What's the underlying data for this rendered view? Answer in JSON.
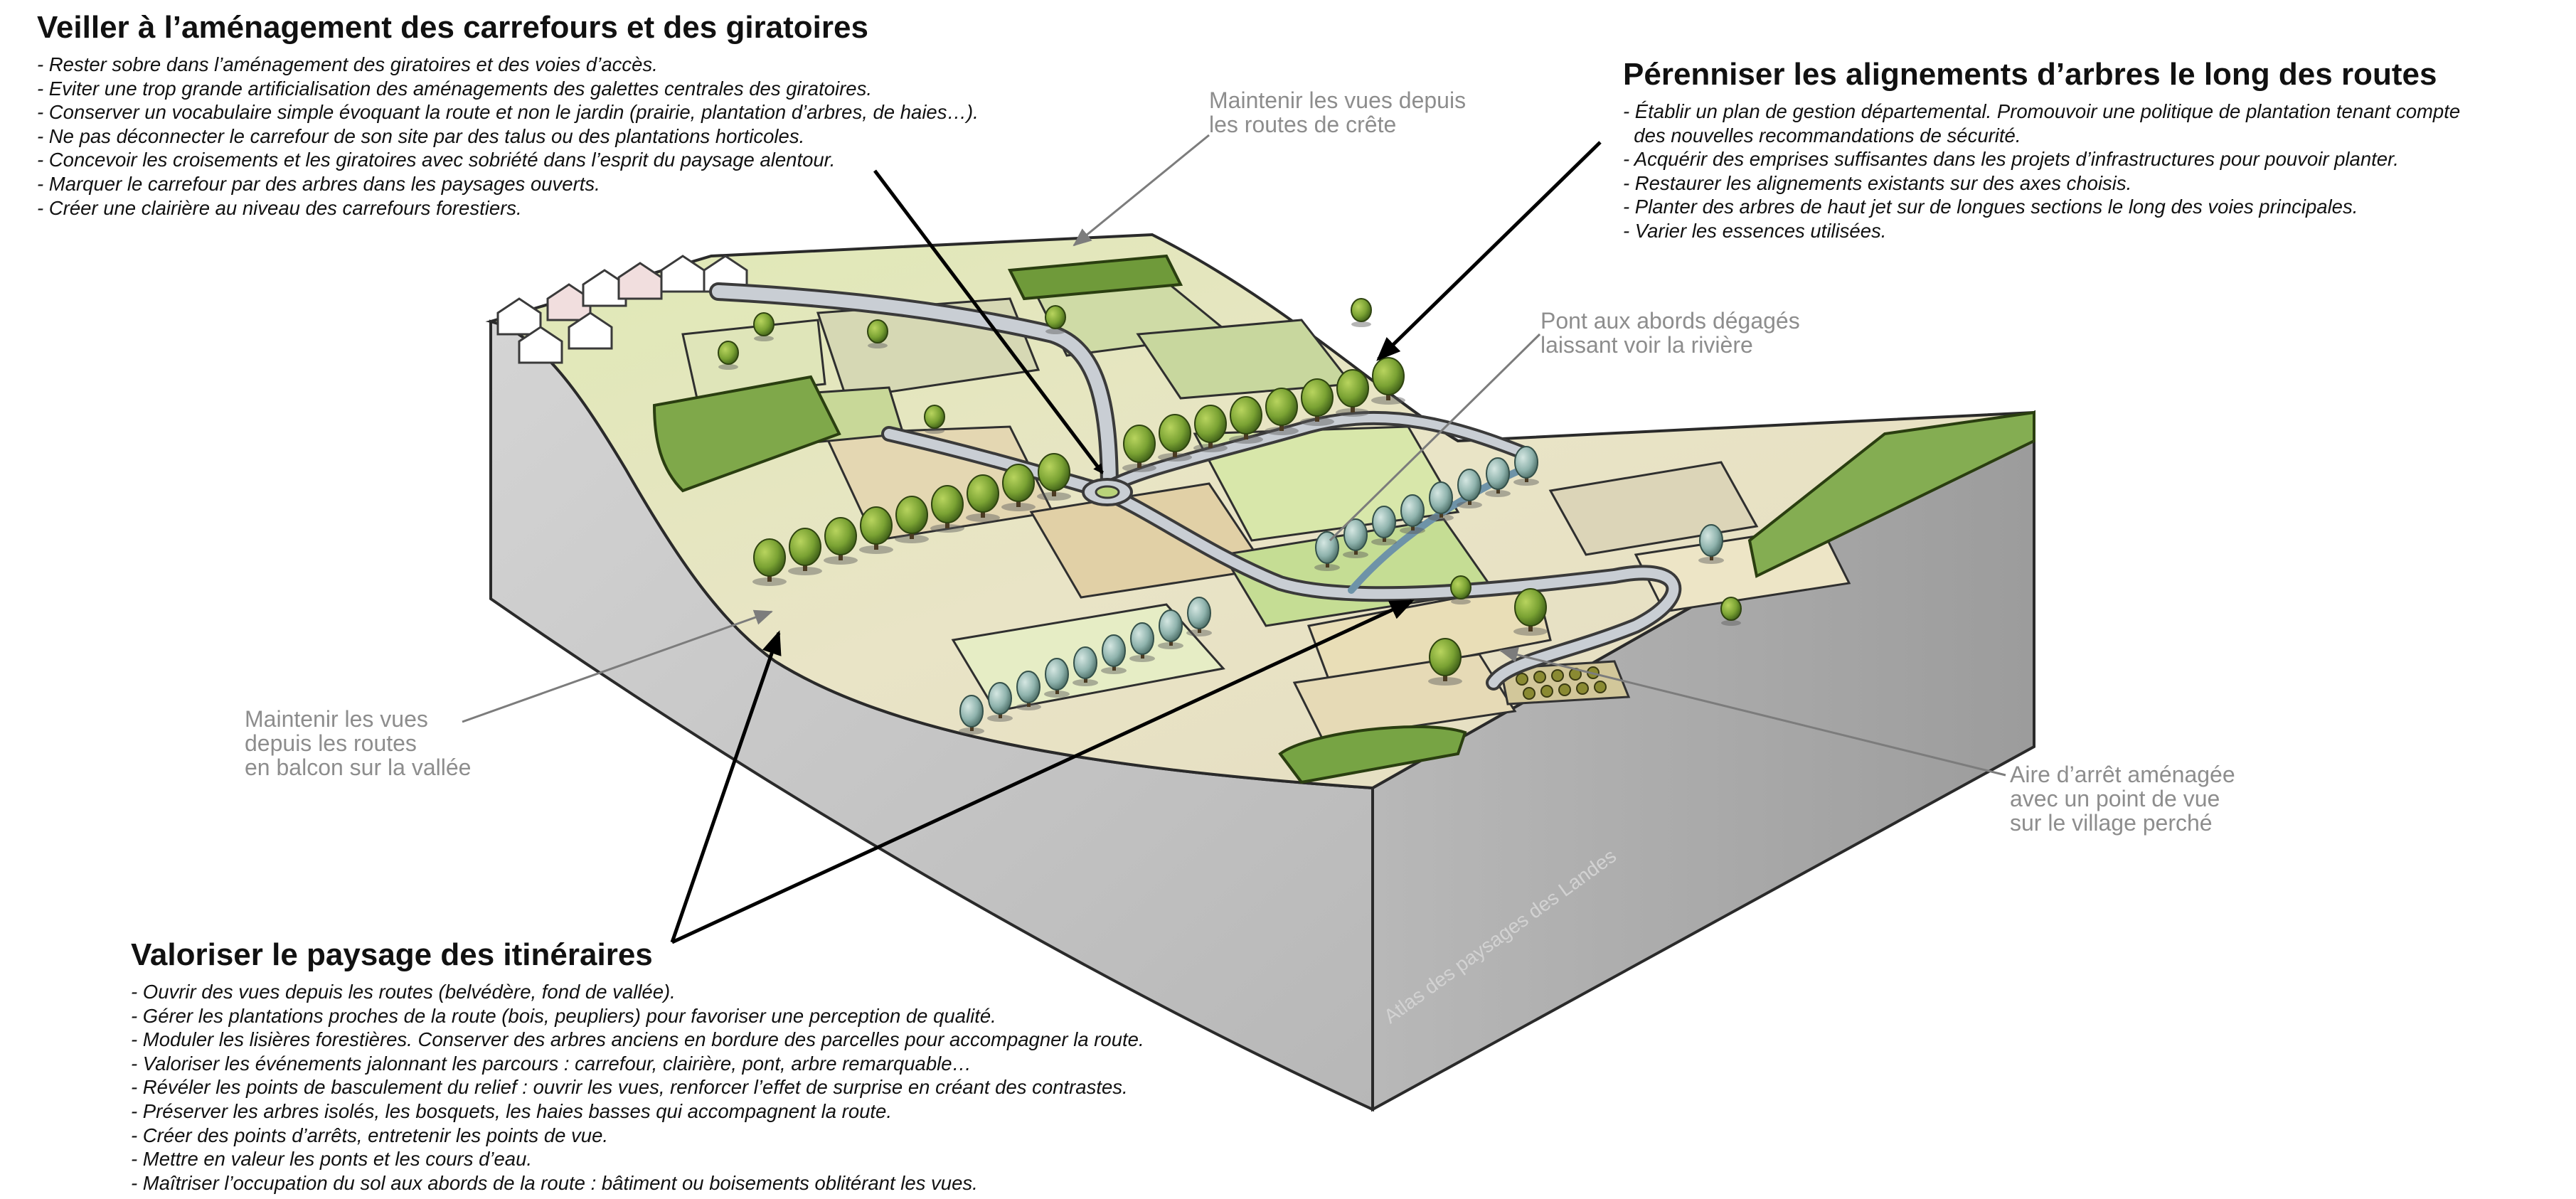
{
  "blocks": {
    "giratoires": {
      "title": "Veiller à l’aménagement des carrefours et des giratoires",
      "items": [
        "- Rester sobre dans l’aménagement des giratoires et des voies d’accès.",
        "- Eviter une trop grande artificialisation des aménagements des galettes centrales des giratoires.",
        "- Conserver un vocabulaire simple évoquant la route et non le jardin (prairie, plantation d’arbres, de haies…).",
        "- Ne pas déconnecter le carrefour de son site par des talus ou des plantations horticoles.",
        "- Concevoir les croisements et les giratoires avec sobriété dans l’esprit du paysage alentour.",
        "- Marquer le carrefour par des arbres dans les paysages ouverts.",
        "- Créer une clairière au niveau des carrefours forestiers."
      ]
    },
    "alignements": {
      "title": "Pérenniser les alignements d’arbres le long des routes",
      "items": [
        "- Établir un plan de gestion départemental. Promouvoir une politique de plantation tenant compte",
        "  des nouvelles recommandations de sécurité.",
        "- Acquérir des emprises suffisantes dans les projets d’infrastructures pour pouvoir planter.",
        "- Restaurer les alignements existants sur des axes choisis.",
        "- Planter des arbres de haut jet sur de longues sections le long des voies principales.",
        "- Varier les essences utilisées."
      ]
    },
    "itineraires": {
      "title": "Valoriser le paysage des itinéraires",
      "items": [
        "- Ouvrir des vues depuis les routes (belvédère, fond de vallée).",
        "- Gérer les plantations proches de la route (bois, peupliers) pour favoriser une perception de qualité.",
        "- Moduler les lisières forestières. Conserver des arbres anciens en bordure des parcelles pour accompagner la route.",
        "- Valoriser les événements jalonnant les parcours : carrefour, clairière, pont, arbre remarquable…",
        "- Révéler les points de basculement du relief : ouvrir les vues, renforcer l’effet de surprise en créant des contrastes.",
        "- Préserver les arbres isolés, les bosquets, les haies basses qui accompagnent la route.",
        "- Créer des points d’arrêts, entretenir les points de vue.",
        "- Mettre en valeur les ponts et les cours d’eau.",
        "- Maîtriser l’occupation du sol aux abords de la route : bâtiment ou boisements oblitérant les vues."
      ]
    }
  },
  "labels": {
    "crete": "Maintenir les vues depuis\nles routes de crête",
    "pont": "Pont aux abords dégagés\nlaissant voir la rivière",
    "balcon": "Maintenir les vues\ndepuis les routes\nen balcon sur la vallée",
    "aire": "Aire d’arrêt aménagée\navec un point de vue\nsur le village perché"
  },
  "credit": "Atlas des paysages des Landes",
  "colors": {
    "block_side_left": "#c2c2c2",
    "block_side_front": "#a8a8a8",
    "road": "#c9ced4",
    "tree_dark": "#5f8a2a",
    "tree_light": "#9cc04a",
    "field_light_green": "#d7e6a8",
    "field_beige": "#eadfbe",
    "field_tan": "#d9c79c",
    "label_gray": "#8d8d8d",
    "arrow_black": "#000000"
  }
}
